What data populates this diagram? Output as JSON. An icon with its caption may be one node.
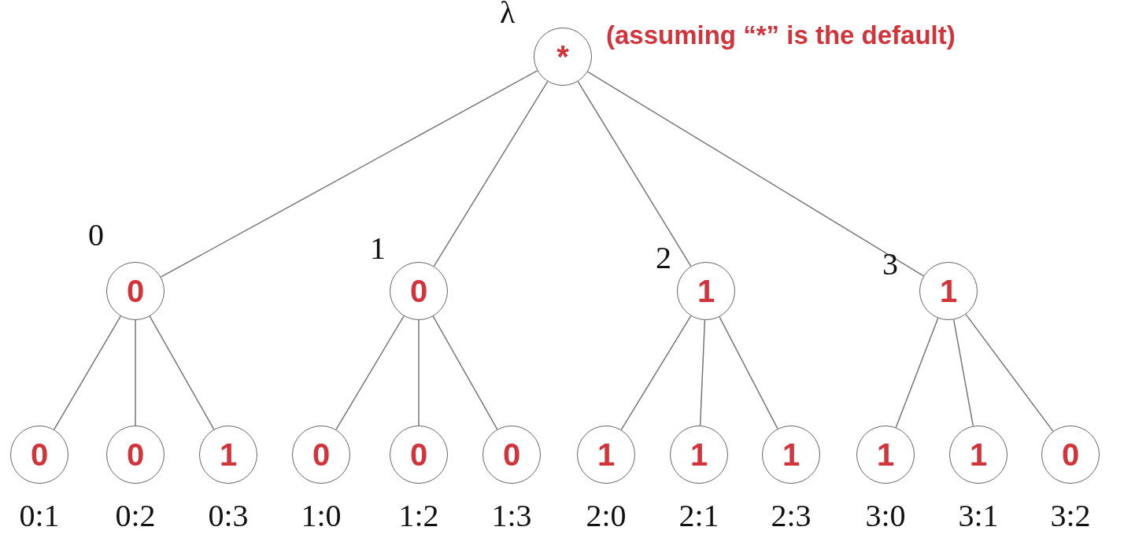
{
  "diagram": {
    "nodes": [
      {
        "text": [
          "*"
        ],
        "beside": [
          "λ"
        ]
      },
      {
        "text": [
          "0"
        ],
        "beside": [
          "0"
        ]
      },
      {
        "text": [
          "0"
        ],
        "beside": [
          "1"
        ]
      },
      {
        "text": [
          "1"
        ],
        "beside": [
          "2"
        ]
      },
      {
        "text": [
          "1"
        ],
        "beside": [
          "3"
        ]
      },
      {
        "text": [
          "0"
        ],
        "beside": [
          "0:1"
        ]
      },
      {
        "text": [
          "0"
        ],
        "beside": [
          "0:2"
        ]
      },
      {
        "text": [
          "1"
        ],
        "beside": [
          "0:3"
        ]
      },
      {
        "text": [
          "0"
        ],
        "beside": [
          "1:0"
        ]
      },
      {
        "text": [
          "0"
        ],
        "beside": [
          "1:2"
        ]
      },
      {
        "text": [
          "0"
        ],
        "beside": [
          "1:3"
        ]
      },
      {
        "text": [
          "1"
        ],
        "beside": [
          "2:0"
        ]
      },
      {
        "text": [
          "1"
        ],
        "beside": [
          "2:1"
        ]
      },
      {
        "text": [
          "1"
        ],
        "beside": [
          "2:3"
        ]
      },
      {
        "text": [
          "1"
        ],
        "beside": [
          "3:0"
        ]
      },
      {
        "text": [
          "1"
        ],
        "beside": [
          "3:1"
        ]
      },
      {
        "text": [
          "0"
        ],
        "beside": [
          "3:2"
        ]
      }
    ],
    "edges": [
      {
        "from": 0,
        "to": 1,
        "arrow": "none"
      },
      {
        "from": 0,
        "to": 2,
        "arrow": "none"
      },
      {
        "from": 0,
        "to": 3,
        "arrow": "none"
      },
      {
        "from": 0,
        "to": 4,
        "arrow": "none"
      },
      {
        "from": 1,
        "to": 5,
        "arrow": "none"
      },
      {
        "from": 1,
        "to": 6,
        "arrow": "none"
      },
      {
        "from": 1,
        "to": 7,
        "arrow": "none"
      },
      {
        "from": 2,
        "to": 8,
        "arrow": "none"
      },
      {
        "from": 2,
        "to": 9,
        "arrow": "none"
      },
      {
        "from": 2,
        "to": 10,
        "arrow": "none"
      },
      {
        "from": 3,
        "to": 11,
        "arrow": "none"
      },
      {
        "from": 3,
        "to": 12,
        "arrow": "none"
      },
      {
        "from": 3,
        "to": 13,
        "arrow": "none"
      },
      {
        "from": 4,
        "to": 14,
        "arrow": "none"
      },
      {
        "from": 4,
        "to": 15,
        "arrow": "none"
      },
      {
        "from": 4,
        "to": 16,
        "arrow": "none"
      }
    ],
    "labels": [
      "(assuming “*” is the default)"
    ]
  }
}
